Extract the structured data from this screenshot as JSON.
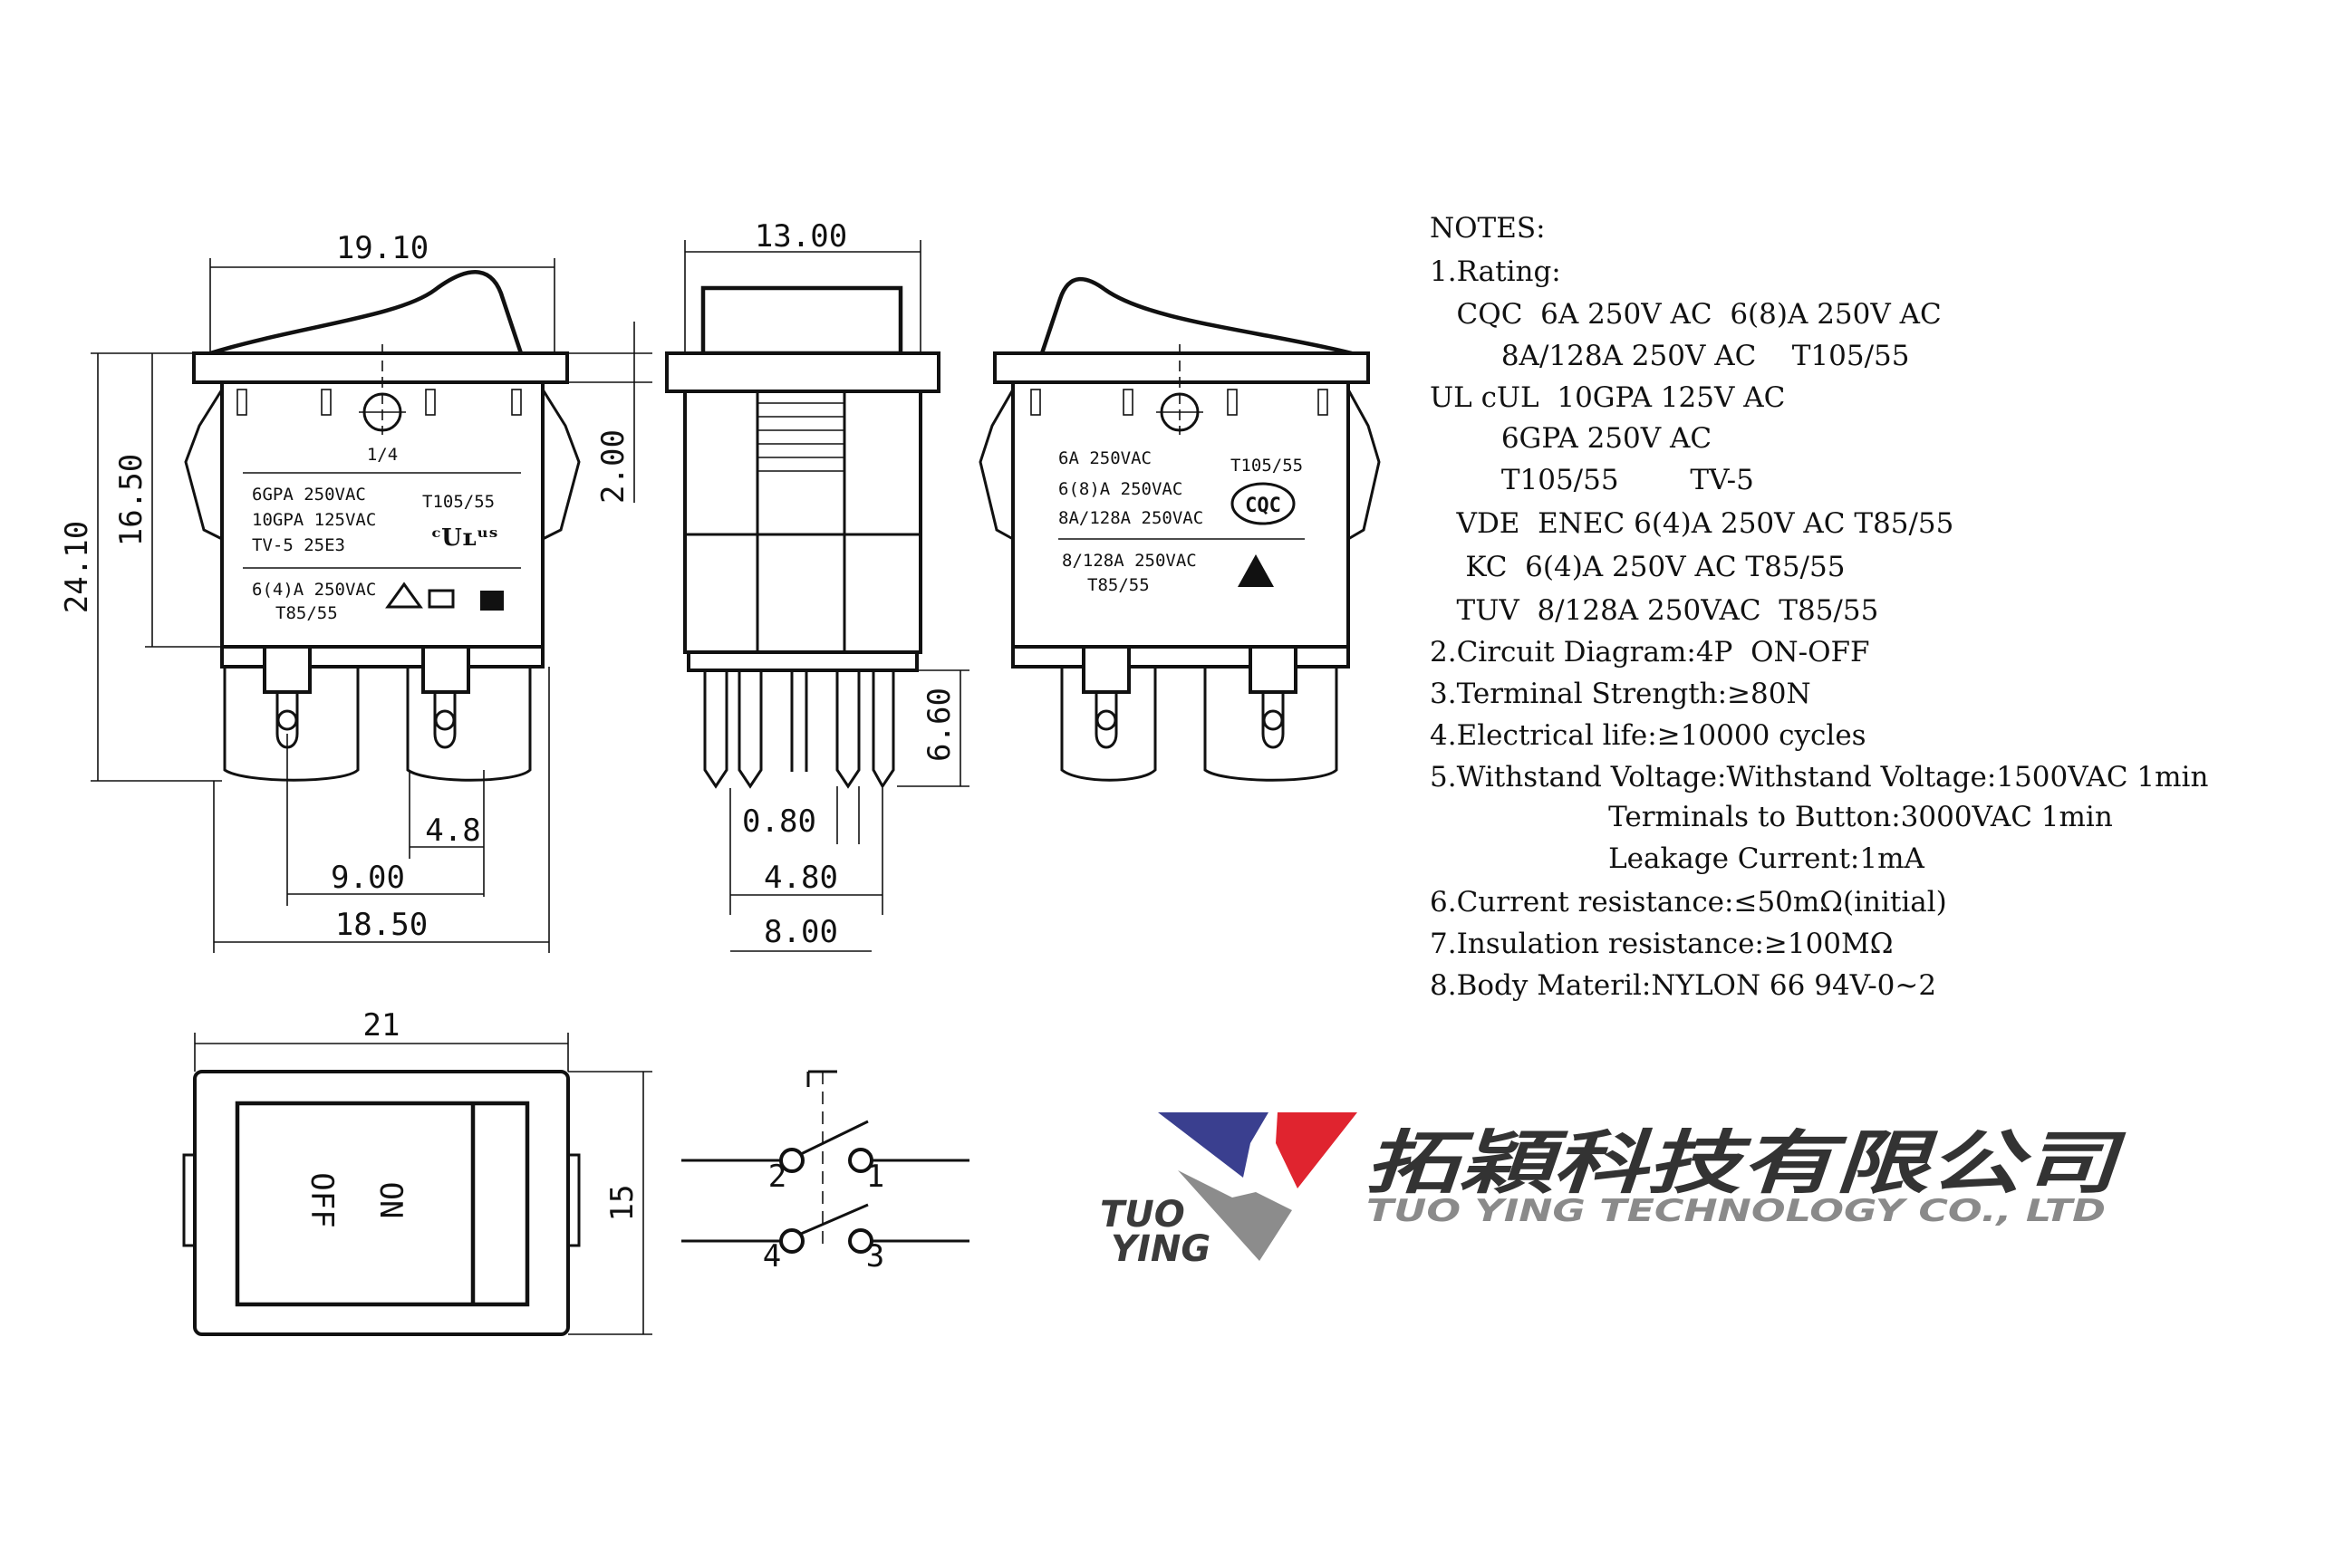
{
  "front_view": {
    "dim_top": "19.10",
    "dim_height_total": "24.10",
    "dim_height_body": "16.50",
    "dim_button": "2.00",
    "dim_terminal_pitch": "4.8",
    "dim_terminal_span": "9.00",
    "dim_base": "18.50",
    "pin_label": "1/4",
    "marking_lines": [
      "6GPA   250VAC",
      "10GPA  125VAC",
      "TV-5    25E3"
    ],
    "marking_temp": "T105/55",
    "marking_vde_line1": "6(4)A  250VAC",
    "marking_vde_line2": "T85/55",
    "ul_mark": "ᶜUʟᵘˢ"
  },
  "side_view": {
    "dim_top": "13.00",
    "dim_pin_length": "6.60",
    "dim_pin_gap": "0.80",
    "dim_pin_pitch": "4.80",
    "dim_base": "8.00"
  },
  "back_view": {
    "marking_lines": [
      "6A       250VAC",
      "6(8)A    250VAC",
      "8A/128A  250VAC"
    ],
    "marking_temp": "T105/55",
    "marking_bottom_1": "8/128A  250VAC",
    "marking_bottom_2": "T85/55",
    "cqc_mark": "CQC"
  },
  "top_view": {
    "dim_width": "21",
    "dim_height": "15",
    "label_on": "ON",
    "label_off": "OFF"
  },
  "circuit": {
    "terminals": [
      "2",
      "1",
      "4",
      "3"
    ]
  },
  "notes": {
    "heading": "NOTES:",
    "lines": [
      "1.Rating:",
      "   CQC  6A 250V AC  6(8)A 250V AC",
      "        8A/128A 250V AC    T105/55",
      "UL cUL  10GPA 125V AC",
      "        6GPA 250V AC",
      "        T105/55        TV-5",
      "   VDE  ENEC 6(4)A 250V AC T85/55",
      "    KC  6(4)A 250V AC T85/55",
      "   TUV  8/128A 250VAC  T85/55",
      "2.Circuit Diagram:4P  ON-OFF",
      "3.Terminal Strength:≥80N",
      "4.Electrical life:≥10000 cycles",
      "5.Withstand Voltage:Withstand Voltage:1500VAC 1min",
      "                    Terminals to Button:3000VAC 1min",
      "                    Leakage Current:1mA",
      "6.Current resistance:≤50mΩ(initial)",
      "7.Insulation resistance:≥100MΩ",
      "8.Body Materil:NYLON 66 94V-0~2"
    ]
  },
  "logo": {
    "company_cn": "拓穎科技有限公司",
    "company_en": "TUO YING TECHNOLOGY CO., LTD",
    "mark_text_1": "TUO",
    "mark_text_2": "YING",
    "colors": {
      "blue": "#3a3f8f",
      "red": "#e0242f",
      "gray": "#8c8c8c",
      "dark": "#3b3b3b"
    }
  }
}
